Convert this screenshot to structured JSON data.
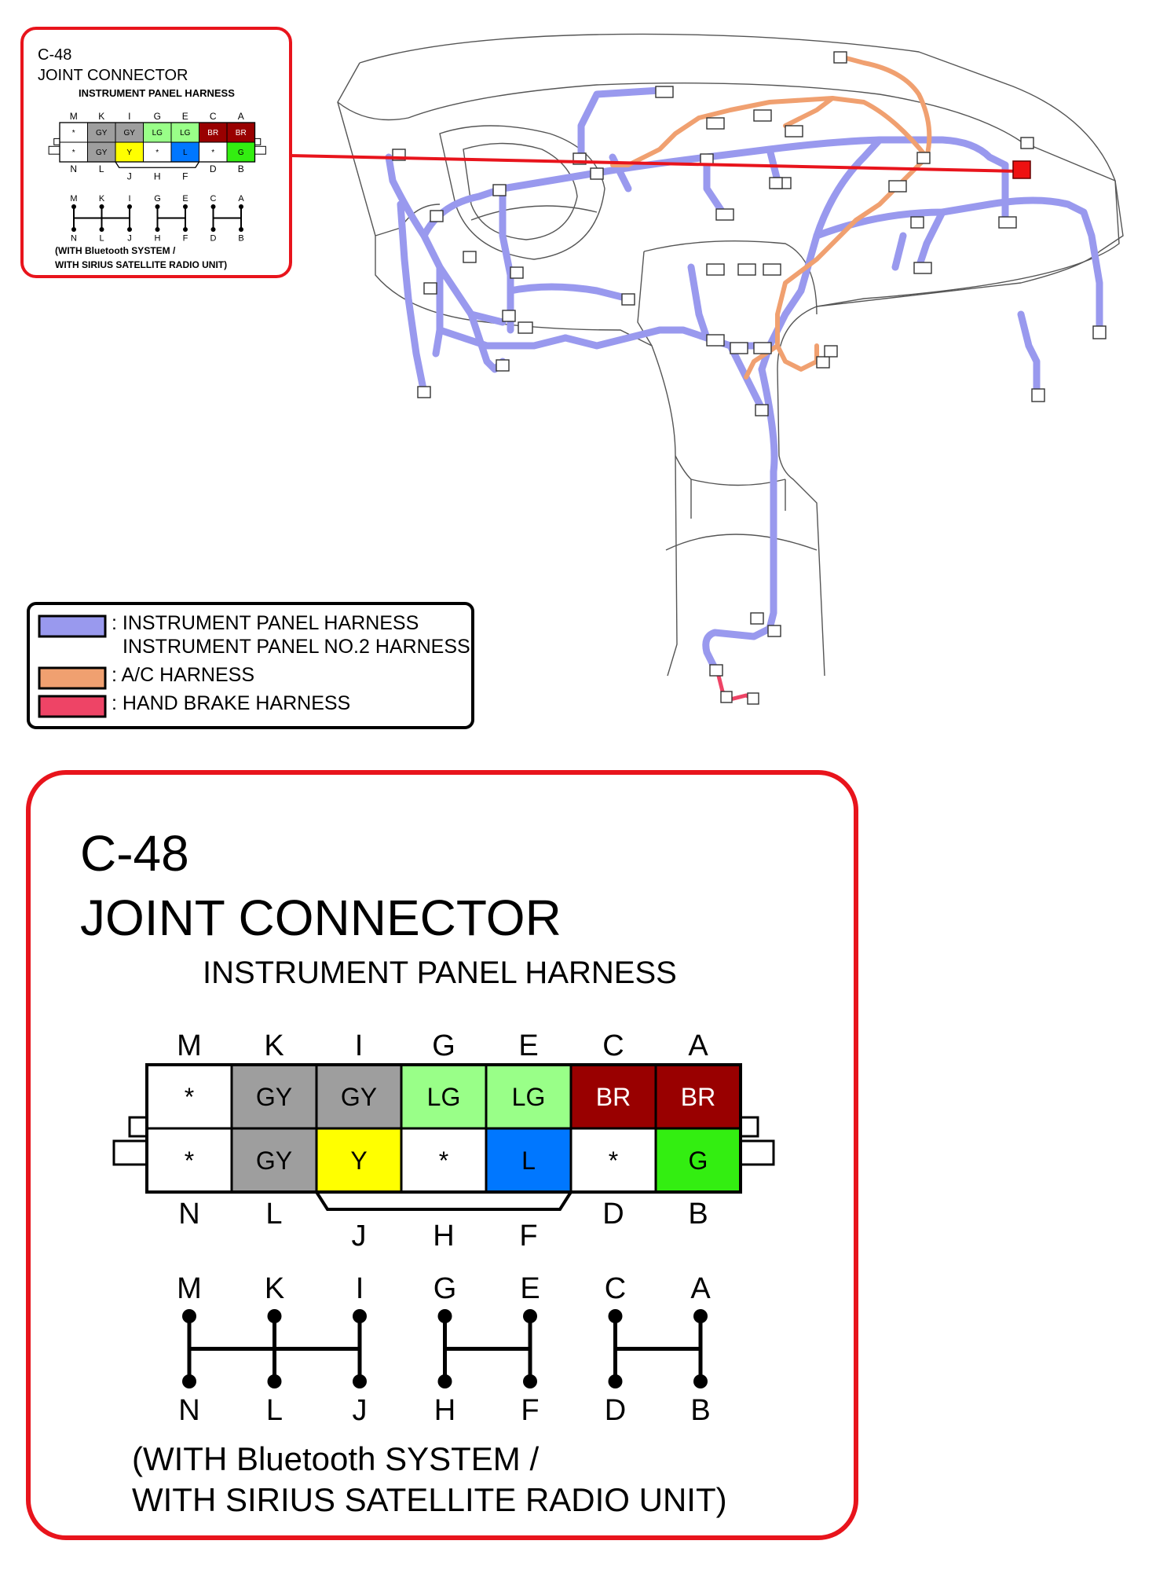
{
  "connector": {
    "id": "C-48",
    "name": "JOINT CONNECTOR",
    "harness": "INSTRUMENT PANEL HARNESS",
    "top_row": [
      {
        "pin": "M",
        "color": "*",
        "fill": "#ffffff",
        "text_color": "#000000"
      },
      {
        "pin": "K",
        "color": "GY",
        "fill": "#9e9e9e",
        "text_color": "#000000"
      },
      {
        "pin": "I",
        "color": "GY",
        "fill": "#9e9e9e",
        "text_color": "#000000"
      },
      {
        "pin": "G",
        "color": "LG",
        "fill": "#99ff88",
        "text_color": "#000000"
      },
      {
        "pin": "E",
        "color": "LG",
        "fill": "#99ff88",
        "text_color": "#000000"
      },
      {
        "pin": "C",
        "color": "BR",
        "fill": "#990000",
        "text_color": "#ffffff"
      },
      {
        "pin": "A",
        "color": "BR",
        "fill": "#990000",
        "text_color": "#ffffff"
      }
    ],
    "bottom_row": [
      {
        "pin": "N",
        "color": "*",
        "fill": "#ffffff",
        "text_color": "#000000"
      },
      {
        "pin": "L",
        "color": "GY",
        "fill": "#9e9e9e",
        "text_color": "#000000"
      },
      {
        "pin": "J",
        "color": "Y",
        "fill": "#ffff00",
        "text_color": "#000000"
      },
      {
        "pin": "H",
        "color": "*",
        "fill": "#ffffff",
        "text_color": "#000000"
      },
      {
        "pin": "F",
        "color": "L",
        "fill": "#0077ff",
        "text_color": "#000000"
      },
      {
        "pin": "D",
        "color": "*",
        "fill": "#ffffff",
        "text_color": "#000000"
      },
      {
        "pin": "B",
        "color": "G",
        "fill": "#33ee11",
        "text_color": "#000000"
      }
    ],
    "joint_groups": [
      {
        "top": [
          "M",
          "K",
          "I"
        ],
        "bottom": [
          "N",
          "L",
          "J"
        ]
      },
      {
        "top": [
          "G",
          "E"
        ],
        "bottom": [
          "H",
          "F"
        ]
      },
      {
        "top": [
          "C",
          "A"
        ],
        "bottom": [
          "D",
          "B"
        ]
      }
    ],
    "note_line1": "(WITH Bluetooth SYSTEM /",
    "note_line2": "WITH SIRIUS SATELLITE RADIO UNIT)",
    "small_note_line1": "(WITH Bluetooth SYSTEM /",
    "small_note_line2": "WITH SIRIUS SATELLITE RADIO UNIT)"
  },
  "legend": {
    "items": [
      {
        "lines": [
          ": INSTRUMENT PANEL HARNESS",
          "INSTRUMENT PANEL NO.2 HARNESS"
        ],
        "color": "#9999ee"
      },
      {
        "lines": [
          ": A/C HARNESS"
        ],
        "color": "#f0a070"
      },
      {
        "lines": [
          ": HAND BRAKE HARNESS"
        ],
        "color": "#ee4466"
      }
    ]
  },
  "colors": {
    "callout_border": "#e8141c",
    "ip_harness": "#9999ee",
    "ac_harness": "#f0a070",
    "hand_brake_harness": "#ee4466",
    "connector_marker": "#ee1111"
  }
}
